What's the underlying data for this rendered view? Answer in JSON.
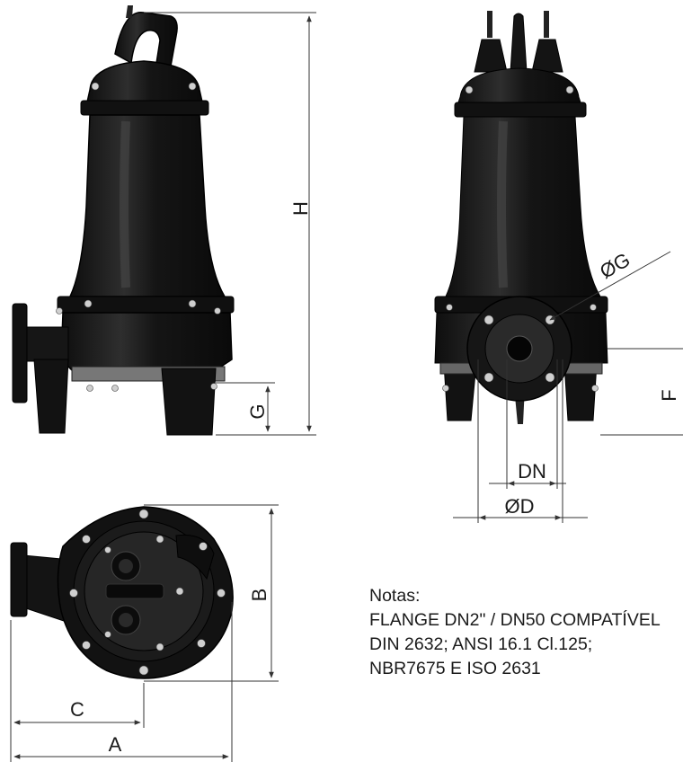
{
  "labels": {
    "H": "H",
    "G_height": "G",
    "G_diameter": "ØG",
    "F": "F",
    "DN": "DN",
    "D": "ØD",
    "B": "B",
    "C": "C",
    "A": "A"
  },
  "notes": {
    "title": "Notas:",
    "line1": "FLANGE DN2\" / DN50 COMPATÍVEL",
    "line2": "DIN 2632; ANSI 16.1 Cl.125;",
    "line3": "NBR7675 E ISO 2631"
  },
  "colors": {
    "pump_body": "#151515",
    "highlight": "#3a3a3a",
    "bolt": "#cfcfcf",
    "dimension_line": "#333333"
  }
}
